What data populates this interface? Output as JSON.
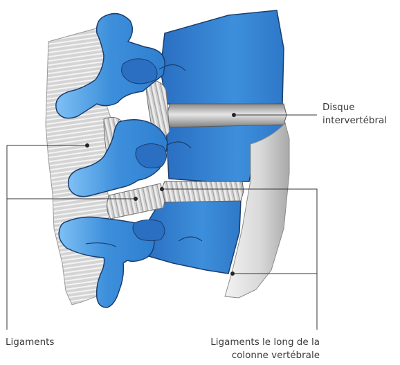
{
  "labels": {
    "disque_line1": "Disque",
    "disque_line2": "intervertébral",
    "ligaments": "Ligaments",
    "long_line1": "Ligaments le long de la",
    "long_line2": "colonne vertébrale"
  },
  "colors": {
    "bone_blue": "#3d8fdb",
    "bone_dark": "#1c5aa8",
    "bone_light": "#7fc0f5",
    "ligament_gray": "#cfcfcf",
    "disc_gray": "#9e9e9e",
    "outline": "#1b3e6e",
    "leader_line": "#333333"
  }
}
